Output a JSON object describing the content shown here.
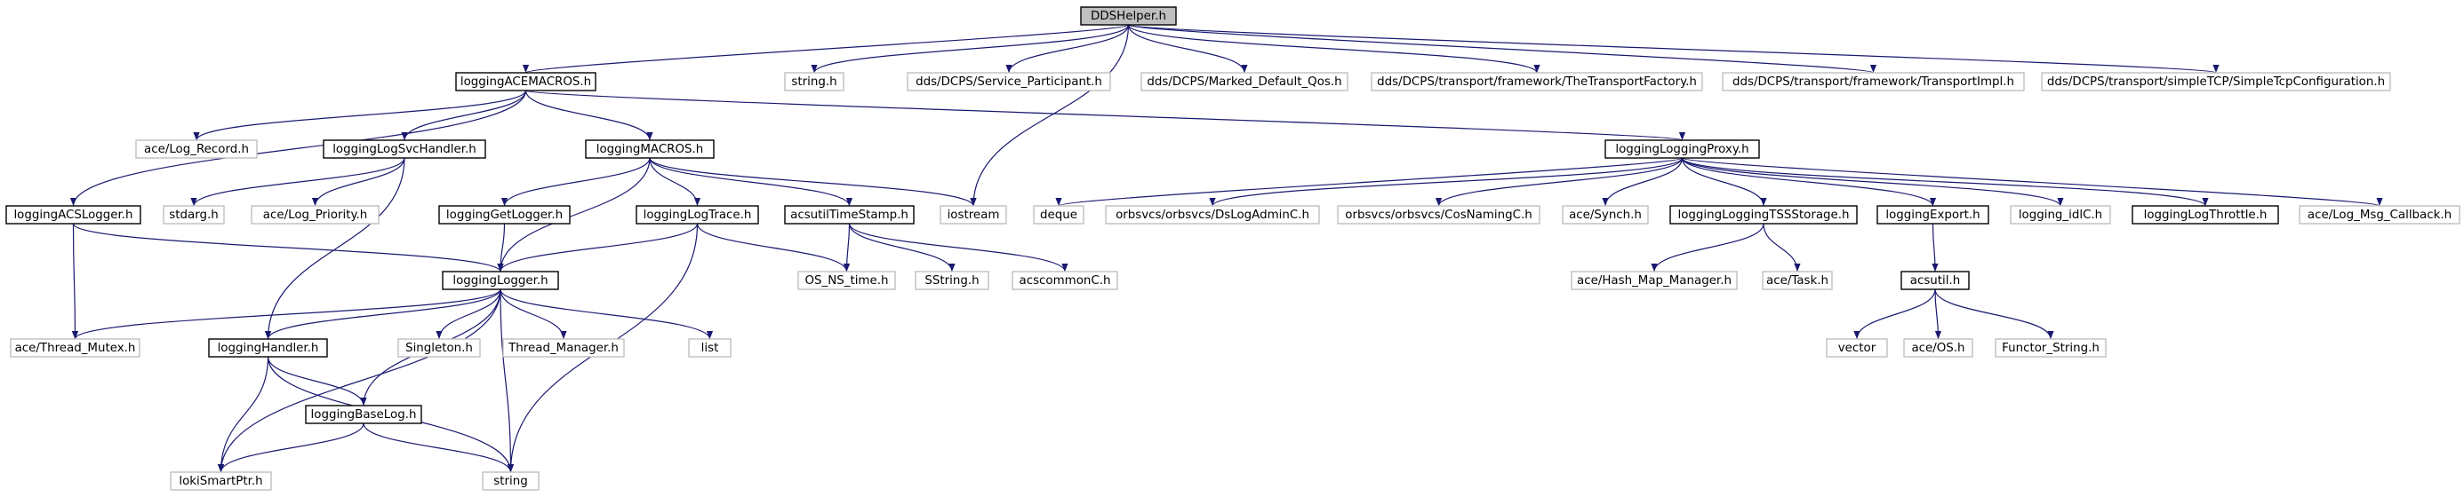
{
  "colors": {
    "edge": "#191970",
    "border_documented": "#000000",
    "border_external": "#bfbfbf",
    "root_fill": "#bfbfbf",
    "node_fill": "#ffffff"
  },
  "nodes": [
    {
      "id": "ddshelper",
      "label": "DDSHelper.h",
      "kind": "root"
    },
    {
      "id": "loggingacemacros",
      "label": "loggingACEMACROS.h",
      "kind": "documented"
    },
    {
      "id": "string_h",
      "label": "string.h",
      "kind": "external"
    },
    {
      "id": "service_participant",
      "label": "dds/DCPS/Service_Participant.h",
      "kind": "external"
    },
    {
      "id": "marked_default_qos",
      "label": "dds/DCPS/Marked_Default_Qos.h",
      "kind": "external"
    },
    {
      "id": "transport_factory",
      "label": "dds/DCPS/transport/framework/TheTransportFactory.h",
      "kind": "external"
    },
    {
      "id": "transport_impl",
      "label": "dds/DCPS/transport/framework/TransportImpl.h",
      "kind": "external"
    },
    {
      "id": "simple_tcp",
      "label": "dds/DCPS/transport/simpleTCP/SimpleTcpConfiguration.h",
      "kind": "external"
    },
    {
      "id": "ace_log_record",
      "label": "ace/Log_Record.h",
      "kind": "external"
    },
    {
      "id": "logsvchandler",
      "label": "loggingLogSvcHandler.h",
      "kind": "documented"
    },
    {
      "id": "loggingmacros",
      "label": "loggingMACROS.h",
      "kind": "documented"
    },
    {
      "id": "loggingproxy",
      "label": "loggingLoggingProxy.h",
      "kind": "documented"
    },
    {
      "id": "acslogger",
      "label": "loggingACSLogger.h",
      "kind": "documented"
    },
    {
      "id": "stdarg",
      "label": "stdarg.h",
      "kind": "external"
    },
    {
      "id": "ace_log_priority",
      "label": "ace/Log_Priority.h",
      "kind": "external"
    },
    {
      "id": "getlogger",
      "label": "loggingGetLogger.h",
      "kind": "documented"
    },
    {
      "id": "logtrace",
      "label": "loggingLogTrace.h",
      "kind": "documented"
    },
    {
      "id": "timestamp",
      "label": "acsutilTimeStamp.h",
      "kind": "documented"
    },
    {
      "id": "iostream",
      "label": "iostream",
      "kind": "external"
    },
    {
      "id": "deque",
      "label": "deque",
      "kind": "external"
    },
    {
      "id": "dslogadmin",
      "label": "orbsvcs/orbsvcs/DsLogAdminC.h",
      "kind": "external"
    },
    {
      "id": "cosnaming",
      "label": "orbsvcs/orbsvcs/CosNamingC.h",
      "kind": "external"
    },
    {
      "id": "ace_synch",
      "label": "ace/Synch.h",
      "kind": "external"
    },
    {
      "id": "tssstorage",
      "label": "loggingLoggingTSSStorage.h",
      "kind": "documented"
    },
    {
      "id": "loggingexport",
      "label": "loggingExport.h",
      "kind": "documented"
    },
    {
      "id": "logging_idlc",
      "label": "logging_idlC.h",
      "kind": "external"
    },
    {
      "id": "logthrottle",
      "label": "loggingLogThrottle.h",
      "kind": "documented"
    },
    {
      "id": "log_msg_callback",
      "label": "ace/Log_Msg_Callback.h",
      "kind": "external"
    },
    {
      "id": "logger",
      "label": "loggingLogger.h",
      "kind": "documented"
    },
    {
      "id": "os_ns_time",
      "label": "OS_NS_time.h",
      "kind": "external"
    },
    {
      "id": "sstring",
      "label": "SString.h",
      "kind": "external"
    },
    {
      "id": "acscommonc",
      "label": "acscommonC.h",
      "kind": "external"
    },
    {
      "id": "hash_map_manager",
      "label": "ace/Hash_Map_Manager.h",
      "kind": "external"
    },
    {
      "id": "ace_task",
      "label": "ace/Task.h",
      "kind": "external"
    },
    {
      "id": "acsutil",
      "label": "acsutil.h",
      "kind": "documented"
    },
    {
      "id": "thread_mutex",
      "label": "ace/Thread_Mutex.h",
      "kind": "external"
    },
    {
      "id": "logginghandler",
      "label": "loggingHandler.h",
      "kind": "documented"
    },
    {
      "id": "singleton",
      "label": "Singleton.h",
      "kind": "external"
    },
    {
      "id": "thread_manager",
      "label": "Thread_Manager.h",
      "kind": "external"
    },
    {
      "id": "list",
      "label": "list",
      "kind": "external"
    },
    {
      "id": "vector",
      "label": "vector",
      "kind": "external"
    },
    {
      "id": "ace_os",
      "label": "ace/OS.h",
      "kind": "external"
    },
    {
      "id": "functor_string",
      "label": "Functor_String.h",
      "kind": "external"
    },
    {
      "id": "baselog",
      "label": "loggingBaseLog.h",
      "kind": "documented"
    },
    {
      "id": "lokismartptr",
      "label": "lokiSmartPtr.h",
      "kind": "external"
    },
    {
      "id": "string",
      "label": "string",
      "kind": "external"
    }
  ],
  "edges": [
    [
      "ddshelper",
      "loggingacemacros"
    ],
    [
      "ddshelper",
      "string_h"
    ],
    [
      "ddshelper",
      "service_participant"
    ],
    [
      "ddshelper",
      "marked_default_qos"
    ],
    [
      "ddshelper",
      "transport_factory"
    ],
    [
      "ddshelper",
      "transport_impl"
    ],
    [
      "ddshelper",
      "simple_tcp"
    ],
    [
      "ddshelper",
      "iostream"
    ],
    [
      "loggingacemacros",
      "ace_log_record"
    ],
    [
      "loggingacemacros",
      "logsvchandler"
    ],
    [
      "loggingacemacros",
      "loggingmacros"
    ],
    [
      "loggingacemacros",
      "loggingproxy"
    ],
    [
      "loggingacemacros",
      "acslogger"
    ],
    [
      "logsvchandler",
      "stdarg"
    ],
    [
      "logsvchandler",
      "ace_log_priority"
    ],
    [
      "logsvchandler",
      "logginghandler"
    ],
    [
      "loggingmacros",
      "getlogger"
    ],
    [
      "loggingmacros",
      "logtrace"
    ],
    [
      "loggingmacros",
      "timestamp"
    ],
    [
      "loggingmacros",
      "iostream"
    ],
    [
      "loggingmacros",
      "logger"
    ],
    [
      "loggingproxy",
      "deque"
    ],
    [
      "loggingproxy",
      "dslogadmin"
    ],
    [
      "loggingproxy",
      "cosnaming"
    ],
    [
      "loggingproxy",
      "ace_synch"
    ],
    [
      "loggingproxy",
      "tssstorage"
    ],
    [
      "loggingproxy",
      "loggingexport"
    ],
    [
      "loggingproxy",
      "logging_idlc"
    ],
    [
      "loggingproxy",
      "logthrottle"
    ],
    [
      "loggingproxy",
      "log_msg_callback"
    ],
    [
      "acslogger",
      "logger"
    ],
    [
      "acslogger",
      "thread_mutex"
    ],
    [
      "getlogger",
      "logger"
    ],
    [
      "logtrace",
      "logger"
    ],
    [
      "logtrace",
      "os_ns_time"
    ],
    [
      "logtrace",
      "string"
    ],
    [
      "timestamp",
      "os_ns_time"
    ],
    [
      "timestamp",
      "sstring"
    ],
    [
      "timestamp",
      "acscommonc"
    ],
    [
      "tssstorage",
      "hash_map_manager"
    ],
    [
      "tssstorage",
      "ace_task"
    ],
    [
      "loggingexport",
      "acsutil"
    ],
    [
      "acsutil",
      "vector"
    ],
    [
      "acsutil",
      "ace_os"
    ],
    [
      "acsutil",
      "functor_string"
    ],
    [
      "logger",
      "thread_mutex"
    ],
    [
      "logger",
      "logginghandler"
    ],
    [
      "logger",
      "singleton"
    ],
    [
      "logger",
      "thread_manager"
    ],
    [
      "logger",
      "list"
    ],
    [
      "logger",
      "baselog"
    ],
    [
      "logger",
      "lokismartptr"
    ],
    [
      "logger",
      "string"
    ],
    [
      "logginghandler",
      "baselog"
    ],
    [
      "logginghandler",
      "lokismartptr"
    ],
    [
      "logginghandler",
      "string"
    ],
    [
      "baselog",
      "lokismartptr"
    ],
    [
      "baselog",
      "string"
    ]
  ]
}
